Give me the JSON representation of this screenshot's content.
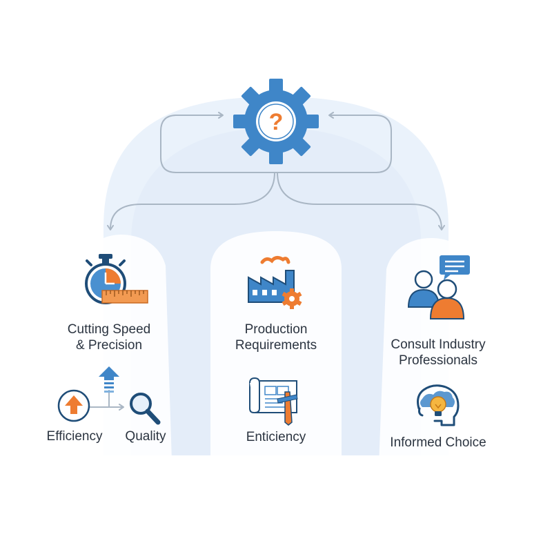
{
  "diagram": {
    "center": {
      "icon": "gear-question-icon",
      "glyph": "?"
    },
    "columns": {
      "left": {
        "icon": "stopwatch-ruler-icon",
        "title_line1": "Cutting Speed",
        "title_line2": "& Precision",
        "sub_left": {
          "icon": "arrow-up-circle-icon",
          "label": "Efficiency"
        },
        "sub_right": {
          "icon": "magnifier-icon",
          "label": "Quality"
        },
        "connector_icon": "up-arrow-icon"
      },
      "middle": {
        "icon": "factory-gear-icon",
        "title_line1": "Production",
        "title_line2": "Requirements",
        "sub": {
          "icon": "blueprint-tools-icon",
          "label": "Enticiency"
        }
      },
      "right": {
        "icon": "people-chat-icon",
        "title_line1": "Consult Industry",
        "title_line2": "Professionals",
        "sub": {
          "icon": "head-lightbulb-icon",
          "label": "Informed Choice"
        }
      }
    }
  },
  "colors": {
    "blue": "#3f86c8",
    "dark_blue": "#1f4d78",
    "orange": "#ee7c31",
    "light_blue_bg": "#e7f0fa",
    "connector_gray": "#a9b6c4",
    "text": "#2b3440"
  }
}
